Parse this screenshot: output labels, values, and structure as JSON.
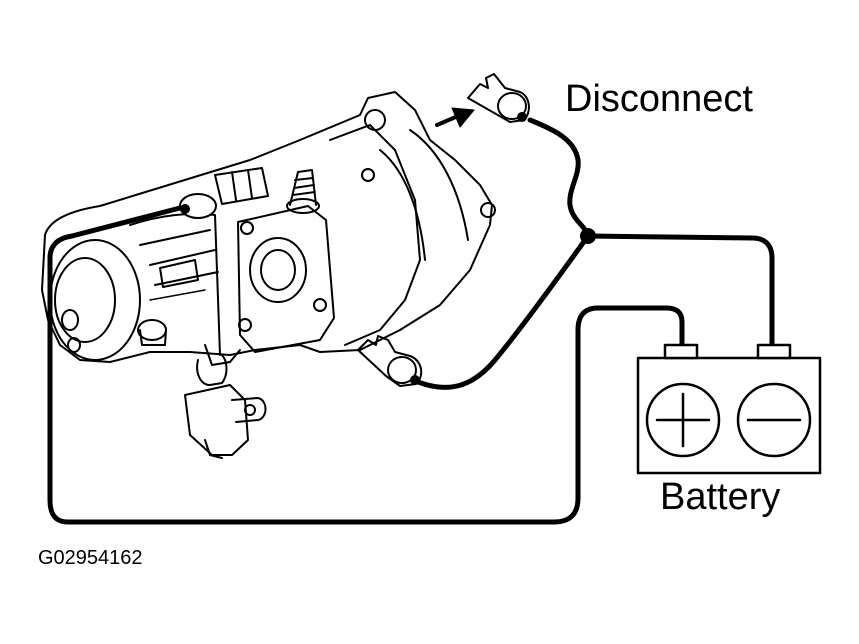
{
  "labels": {
    "disconnect": "Disconnect",
    "battery": "Battery",
    "figure_id": "G02954162"
  },
  "battery": {
    "positive_symbol": "plus",
    "negative_symbol": "minus"
  },
  "components": [
    "starter-motor",
    "battery",
    "lead-wires",
    "terminal-connector"
  ],
  "colors": {
    "ink": "#000000",
    "paper": "#ffffff"
  }
}
